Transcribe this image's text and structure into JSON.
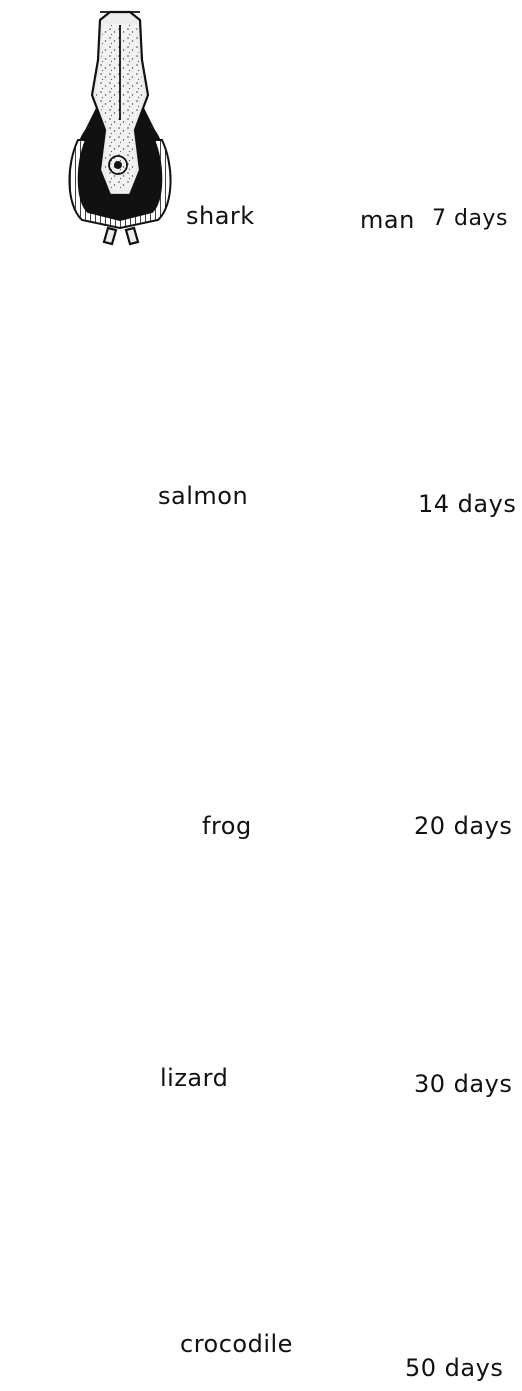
{
  "labels": {
    "shark": "shark",
    "man": "man",
    "d7": "7 days",
    "salmon": "salmon",
    "d14": "14 days",
    "frog": "frog",
    "d20": "20 days",
    "lizard": "lizard",
    "d30": "30 days",
    "crocodile": "crocodile",
    "d50": "50 days"
  },
  "colors": {
    "ink": "#111111",
    "chamber_fill": "#ececec",
    "background": "#ffffff"
  }
}
